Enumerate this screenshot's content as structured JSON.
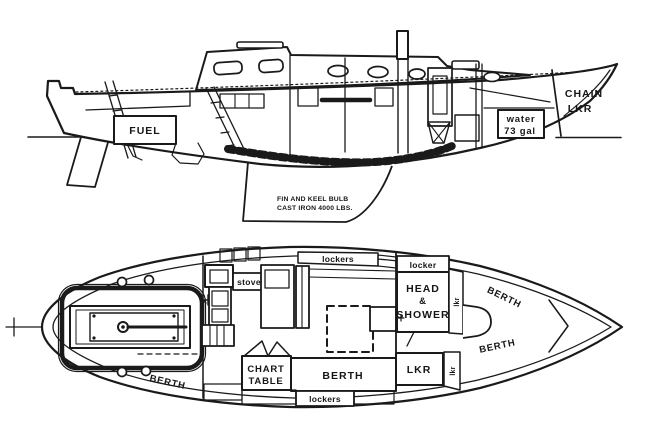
{
  "page": {
    "background": "#ffffff",
    "ink": "#1a1a1a"
  },
  "profile": {
    "fuel": "FUEL",
    "chain1": "CHAIN",
    "chain2": "LKR",
    "water1": "water",
    "water2": "73 gal",
    "keel1": "FIN AND KEEL BULB",
    "keel2": "CAST IRON 4000 LBS."
  },
  "plan": {
    "berth_quarter": "BERTH",
    "stove": "stove",
    "lockers_top": "lockers",
    "locker_bow": "locker",
    "lkr_vert_fwd": "lkr",
    "head1": "HEAD",
    "head2": "&",
    "head3": "SHOWER",
    "berth_v_upper": "BERTH",
    "berth_v_lower": "BERTH",
    "chart1": "CHART",
    "chart2": "TABLE",
    "berth_main": "BERTH",
    "lkr_aft": "LKR",
    "lkr_vert_aft": "lkr",
    "lockers_bottom": "lockers"
  }
}
